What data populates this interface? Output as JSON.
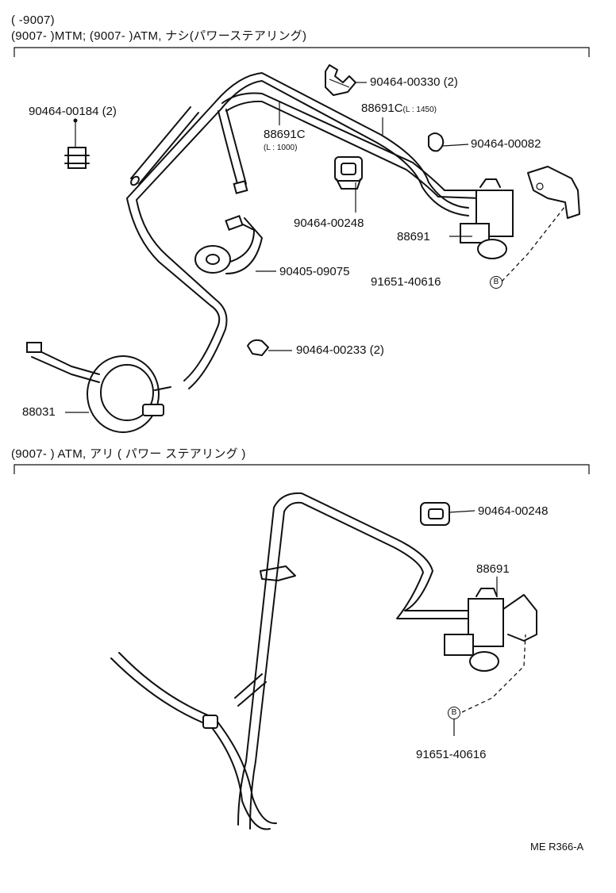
{
  "headers": {
    "line1": "(        -9007)",
    "line2": "(9007-         )MTM; (9007-         )ATM,  ナシ(パワーステアリング)",
    "line3": "(9007-         ) ATM, アリ ( パワー  ステアリング )"
  },
  "top_section": {
    "labels": {
      "clamp_00184": "90464-00184 (2)",
      "clamp_00330": "90464-00330 (2)",
      "hose_1450": "88691C",
      "hose_1450_len": "(L : 1450)",
      "hose_1000": "88691C",
      "hose_1000_len": "(L : 1000)",
      "clamp_00082": "90464-00082",
      "clamp_00248": "90464-00248",
      "valve": "88691",
      "hose_09075": "90405-09075",
      "bolt": "91651-40616",
      "clamp_00233": "90464-00233 (2)",
      "actuator": "88031"
    },
    "badge": "B"
  },
  "bottom_section": {
    "labels": {
      "clamp_00248": "90464-00248",
      "valve": "88691",
      "bolt": "91651-40616"
    },
    "badge": "B"
  },
  "footer": {
    "ref": "ME R366-A"
  }
}
